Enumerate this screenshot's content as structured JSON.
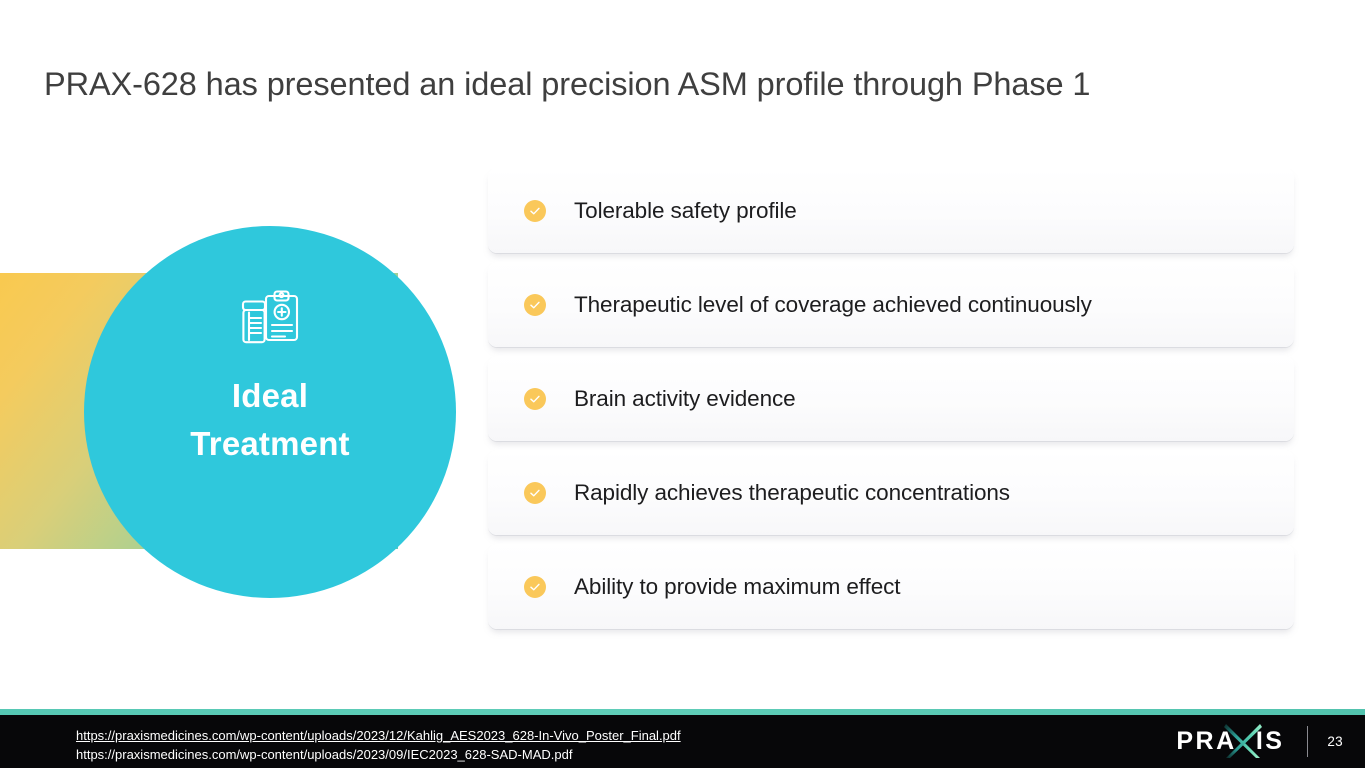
{
  "slide": {
    "title": "PRAX-628 has presented an ideal precision ASM profile through Phase 1",
    "page_number": "23"
  },
  "left_visual": {
    "circle_label_line1": "Ideal",
    "circle_label_line2": "Treatment",
    "circle_color": "#2fc8dc",
    "icon_name": "clipboard-medical-pill-bottle-icon",
    "gradient_from": "#f9c94f",
    "gradient_to": "#5fc9b4"
  },
  "checklist": {
    "check_color": "#fac85a",
    "items": [
      {
        "label": "Tolerable safety profile",
        "icon": "check-circle-icon"
      },
      {
        "label": "Therapeutic level of coverage achieved continuously",
        "icon": "check-circle-icon"
      },
      {
        "label": "Brain activity evidence",
        "icon": "check-circle-icon"
      },
      {
        "label": "Rapidly achieves therapeutic concentrations",
        "icon": "check-circle-icon"
      },
      {
        "label": "Ability to provide maximum effect",
        "icon": "check-circle-icon"
      }
    ]
  },
  "footer": {
    "accent_color": "#56c8b4",
    "bar_color": "#070709",
    "links": [
      {
        "text": "https://praxismedicines.com/wp-content/uploads/2023/12/Kahlig_AES2023_628-In-Vivo_Poster_Final.pdf",
        "underlined": true
      },
      {
        "text": "https://praxismedicines.com/wp-content/uploads/2023/09/IEC2023_628-SAD-MAD.pdf",
        "underlined": false
      }
    ],
    "brand": "PRAXIS",
    "brand_wordmark_left": "PRA",
    "brand_wordmark_right": "IS",
    "page_number": "23"
  }
}
